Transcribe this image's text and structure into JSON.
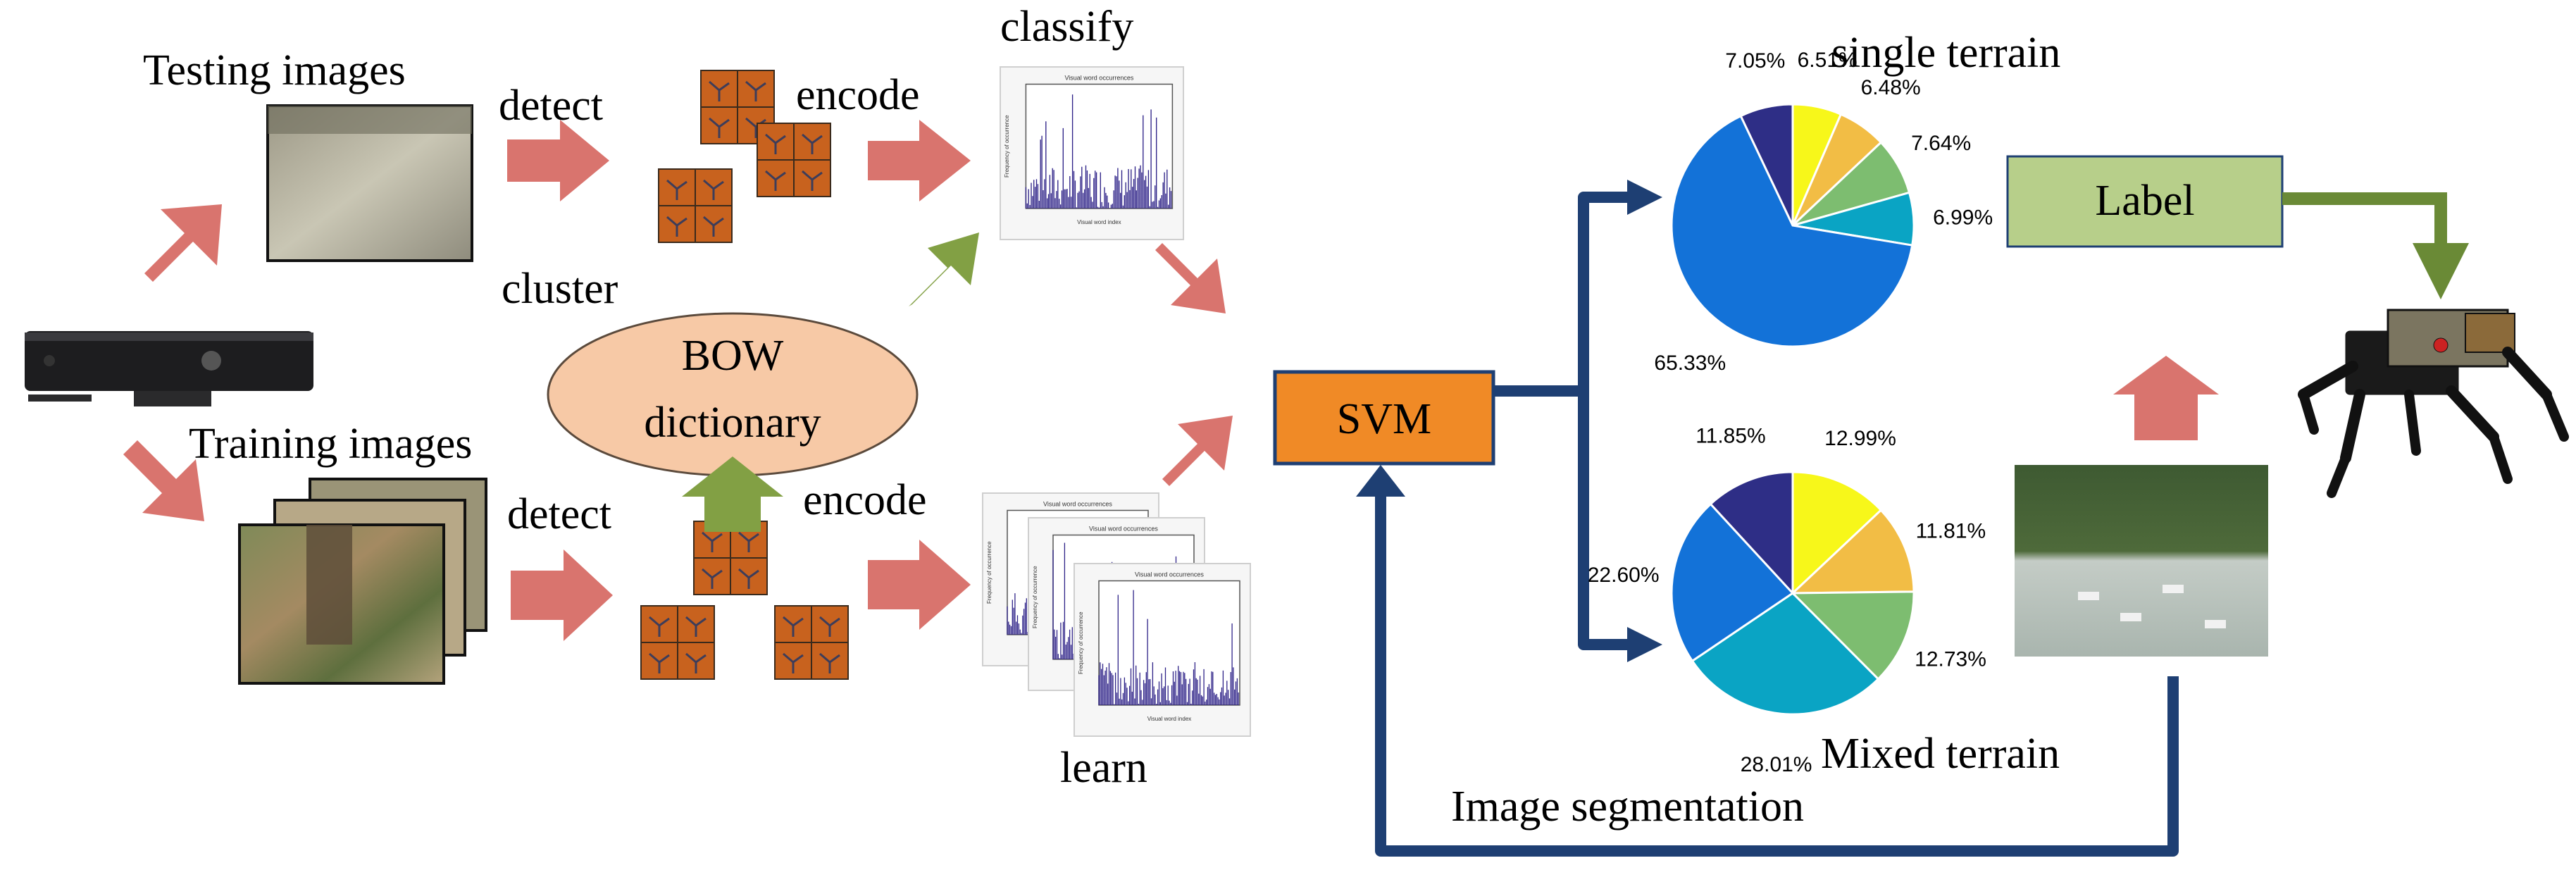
{
  "labels": {
    "testing_images": "Testing images",
    "training_images": "Training images",
    "detect_top": "detect",
    "detect_bottom": "detect",
    "encode_top": "encode",
    "encode_bottom": "encode",
    "classify": "classify",
    "cluster": "cluster",
    "learn": "learn",
    "bow_line1": "BOW",
    "bow_line2": "dictionary",
    "svm": "SVM",
    "label": "Label",
    "single_terrain": "single terrain",
    "mixed_terrain": "Mixed terrain",
    "image_segmentation": "Image segmentation"
  },
  "histogram": {
    "title": "Visual word occurrences",
    "ylabel": "Frequency of occurrence",
    "xlabel": "Visual word index"
  },
  "colors": {
    "salmon_arrow": "#d9746e",
    "green_arrow": "#82a044",
    "navy_arrow": "#1e3f73",
    "svm_fill": "#f08a26",
    "label_fill": "#b7cf8a",
    "bow_fill": "#f7c9a6",
    "feature_fill": "#c8621e"
  },
  "chart_data": [
    {
      "type": "pie",
      "name": "single terrain",
      "values": [
        6.51,
        6.48,
        7.64,
        6.99,
        65.33,
        7.05
      ],
      "labels": [
        "6.51%",
        "6.48%",
        "7.64%",
        "6.99%",
        "65.33%",
        "7.05%"
      ],
      "colors": [
        "#f7f71a",
        "#f2bd45",
        "#7dbd70",
        "#0aa4c4",
        "#1372d8",
        "#2e2e86"
      ]
    },
    {
      "type": "pie",
      "name": "Mixed terrain",
      "values": [
        12.99,
        11.81,
        12.73,
        28.01,
        22.6,
        11.85
      ],
      "labels": [
        "12.99%",
        "11.81%",
        "12.73%",
        "28.01%",
        "22.60%",
        "11.85%"
      ],
      "colors": [
        "#f7f71a",
        "#f2bd45",
        "#7dbd70",
        "#0aa4c4",
        "#1372d8",
        "#2e2e86"
      ]
    }
  ]
}
